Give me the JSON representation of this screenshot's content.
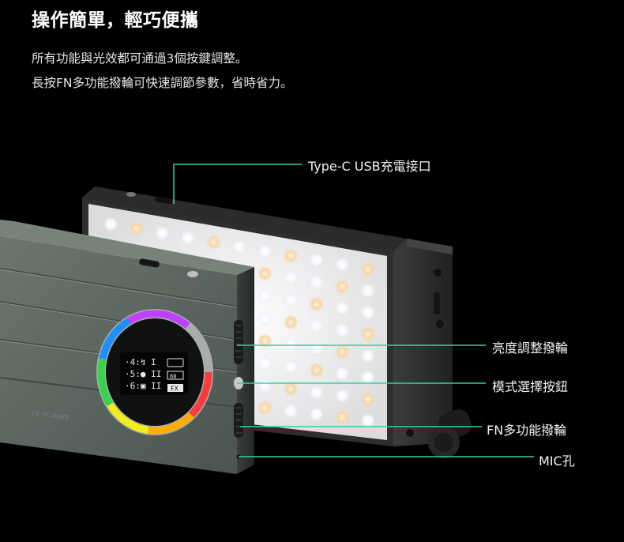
{
  "headline": "操作簡單，輕巧便攜",
  "description": [
    "所有功能與光效都可通過3個按鍵調整。",
    "長按FN多功能撥輪可快速調節參數，省時省力。"
  ],
  "callouts": {
    "usb_port": "Type-C USB充電接口",
    "brightness_dial": "亮度調整撥輪",
    "mode_button": "模式選擇按鈕",
    "fn_dial": "FN多功能撥輪",
    "mic_hole": "MIC孔"
  },
  "colors": {
    "callout_line": "#2fd3a0",
    "background": "#000000",
    "body_front": "#5b6660",
    "body_back": "#3a3d3c"
  }
}
